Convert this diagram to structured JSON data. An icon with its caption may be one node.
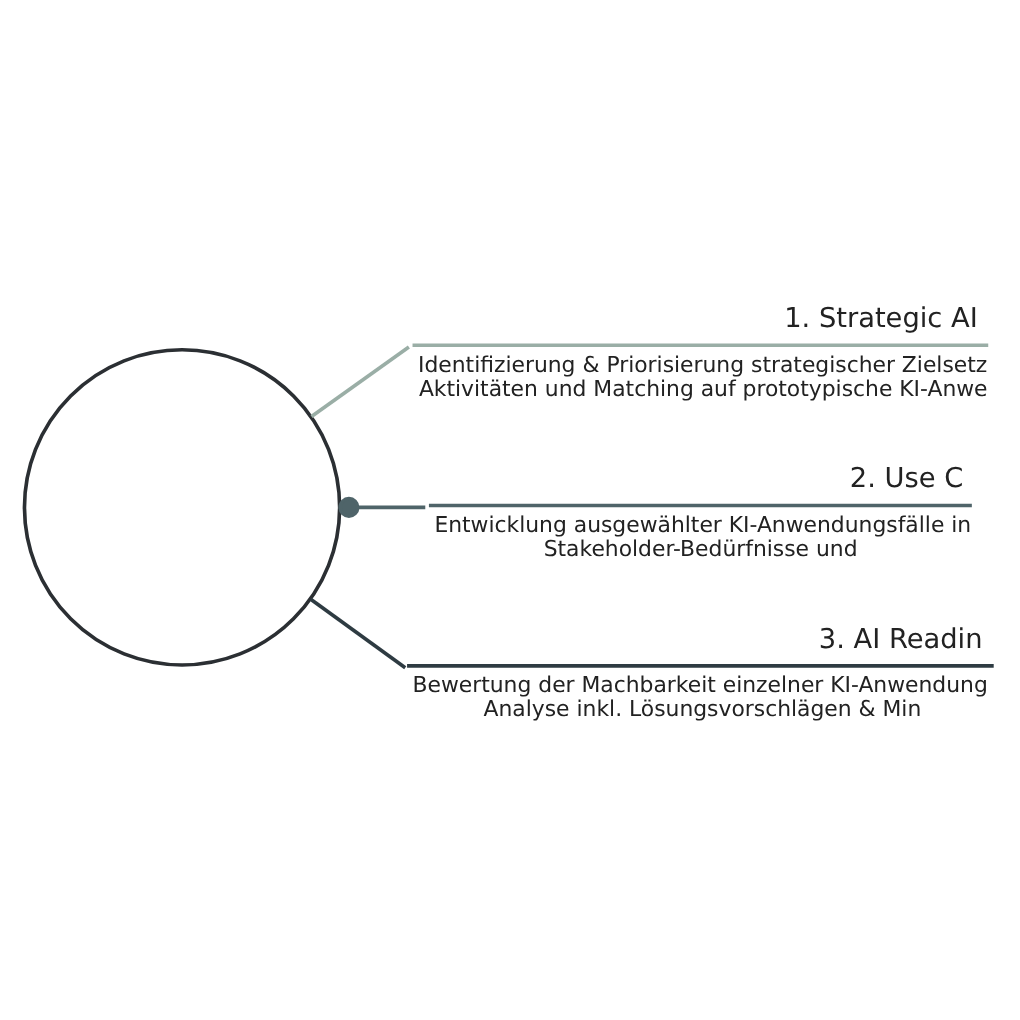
{
  "diagram": {
    "nodes": [
      {
        "text": [],
        "shape": "circle"
      },
      {
        "text": [
          "1. Strategic AI",
          "Identifizierung & Priorisierung strategischer Zielsetz Aktivitäten und Matching auf prototypische KI-Anwe"
        ]
      },
      {
        "text": [
          "2. Use C",
          "Entwicklung ausgewählter KI-Anwendungsfälle in Stakeholder-Bedürfnisse und"
        ]
      },
      {
        "text": [
          "3. AI Readin",
          "Bewertung der Machbarkeit einzelner KI-Anwendung Analyse inkl. Lösungsvorschlägen & Min"
        ]
      }
    ],
    "edges": [
      {
        "from": 0,
        "to": 1,
        "arrow": "none",
        "color": "#9aaea6"
      },
      {
        "from": 0,
        "to": 2,
        "arrow": "other",
        "color": "#4f6469"
      },
      {
        "from": 0,
        "to": 3,
        "arrow": "none",
        "color": "#2e3b42"
      }
    ]
  }
}
